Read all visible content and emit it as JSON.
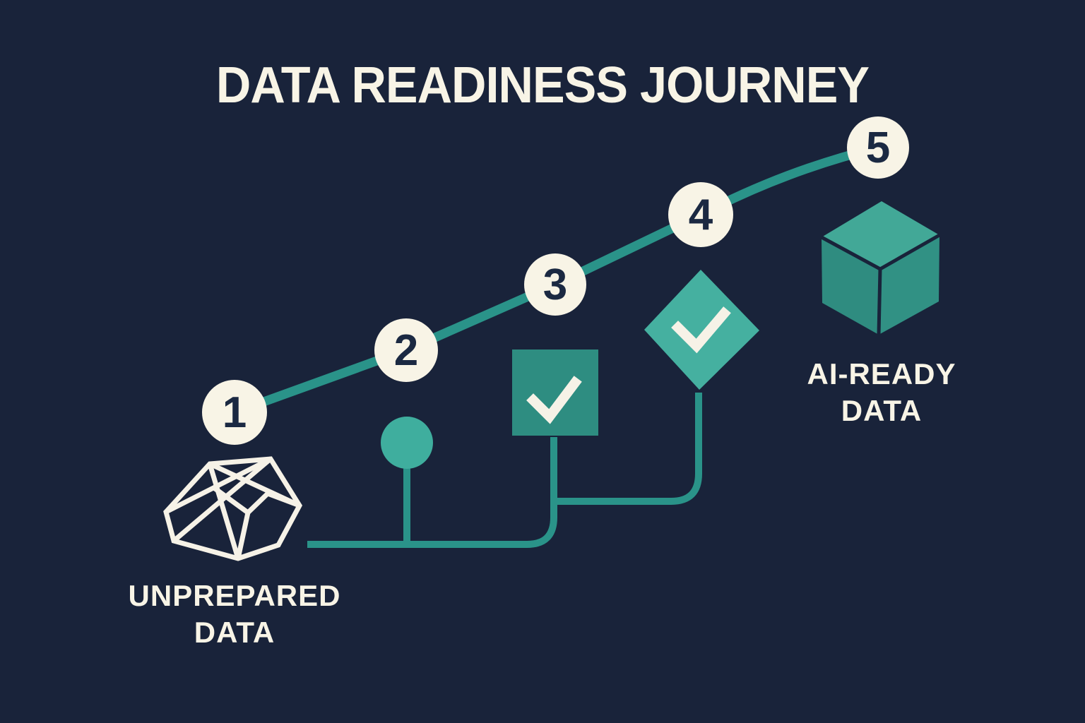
{
  "title": "DATA READINESS JOURNEY",
  "steps": [
    {
      "number": "1",
      "icon": "tangled-wireframe-icon"
    },
    {
      "number": "2",
      "icon": "node-dot-icon"
    },
    {
      "number": "3",
      "icon": "checked-square-icon"
    },
    {
      "number": "4",
      "icon": "checked-diamond-icon"
    },
    {
      "number": "5",
      "icon": "cube-icon"
    }
  ],
  "labels": {
    "start_line1": "UNPREPARED",
    "start_line2": "DATA",
    "end_line1": "AI-READY",
    "end_line2": "DATA"
  },
  "colors": {
    "background": "#19233a",
    "line_teal": "#2a9389",
    "node_dot_teal": "#3fae9e",
    "square_teal": "#2e8d81",
    "diamond_teal": "#45b0a0",
    "cube_top_teal": "#42a897",
    "cube_side_teal": "#2f8c80",
    "cream": "#f8f4e6",
    "number_navy": "#1b2942"
  }
}
